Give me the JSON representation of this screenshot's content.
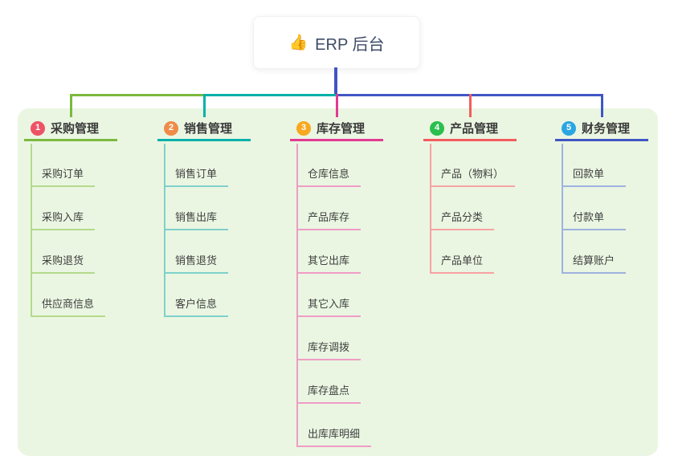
{
  "root": {
    "icon": "👍",
    "label": "ERP 后台"
  },
  "colors": {
    "panel_bg": "#eaf6e2",
    "trunk_blue": "#4056c4"
  },
  "branches": [
    {
      "badge": "1",
      "title": "采购管理",
      "badge_color": "#ee5365",
      "line_color": "#7cb93e",
      "child_line_color": "#b4da8b",
      "children": [
        "采购订单",
        "采购入库",
        "采购退货",
        "供应商信息"
      ]
    },
    {
      "badge": "2",
      "title": "销售管理",
      "badge_color": "#ef8b49",
      "line_color": "#00b1a9",
      "child_line_color": "#7fd0cb",
      "children": [
        "销售订单",
        "销售出库",
        "销售退货",
        "客户信息"
      ]
    },
    {
      "badge": "3",
      "title": "库存管理",
      "badge_color": "#f8a81f",
      "line_color": "#e23a92",
      "child_line_color": "#f09cc5",
      "children": [
        "仓库信息",
        "产品库存",
        "其它出库",
        "其它入库",
        "库存调拨",
        "库存盘点",
        "出库库明细"
      ]
    },
    {
      "badge": "4",
      "title": "产品管理",
      "badge_color": "#2abf4f",
      "line_color": "#f45c5c",
      "child_line_color": "#f8a2a2",
      "children": [
        "产品（物料）",
        "产品分类",
        "产品单位"
      ]
    },
    {
      "badge": "5",
      "title": "财务管理",
      "badge_color": "#2aa6e2",
      "line_color": "#4056c4",
      "child_line_color": "#9fb2e0",
      "children": [
        "回款单",
        "付款单",
        "结算账户"
      ]
    }
  ]
}
